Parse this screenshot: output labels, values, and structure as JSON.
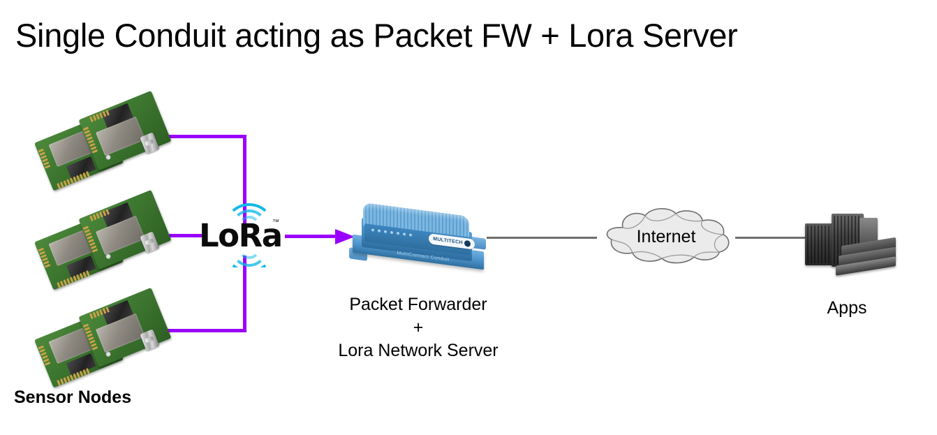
{
  "title": "Single Conduit acting as Packet FW + Lora Server",
  "labels": {
    "sensor_nodes": "Sensor Nodes",
    "conduit_line1": "Packet Forwarder",
    "conduit_line2": "+",
    "conduit_line3": "Lora Network Server",
    "internet": "Internet",
    "apps": "Apps"
  },
  "lora_logo": {
    "word": "LoRa",
    "trademark": "™"
  },
  "conduit_device": {
    "brand": "MULTITECH",
    "model": "MultiConnect  Conduit"
  },
  "colors": {
    "lora_link_purple": "#9a00fd",
    "network_link_grey": "#6e6e6e",
    "lora_wave_cyan": "#12b8e8",
    "cloud_fill": "#ebebeb",
    "cloud_stroke": "#6e6e6e",
    "device_blue": "#3f86bf",
    "pcb_green": "#3f7a31",
    "server_dark": "#3a3a3a",
    "text": "#000000",
    "background": "#ffffff"
  },
  "nodes": [
    {
      "name": "sensor-node-group-top"
    },
    {
      "name": "sensor-node-group-middle"
    },
    {
      "name": "sensor-node-group-bottom"
    }
  ]
}
